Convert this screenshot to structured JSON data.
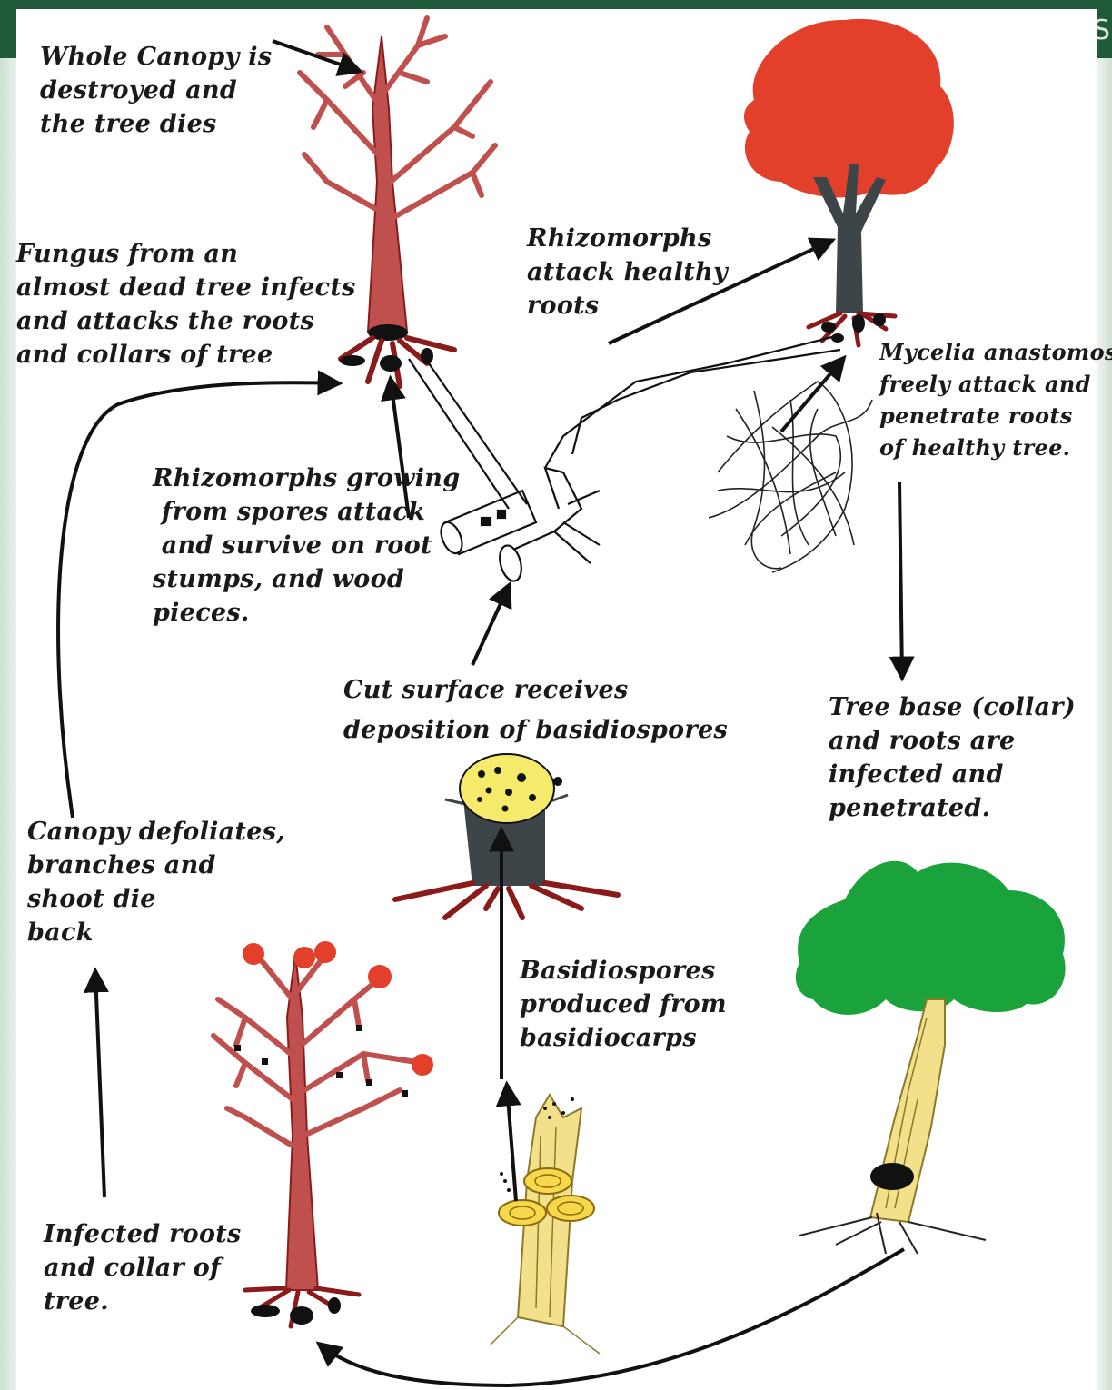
{
  "header": {
    "corner_letter": "S"
  },
  "labels": {
    "canopy_destroyed": "Whole Canopy is\ndestroyed and\nthe tree dies",
    "fungus_infects": "Fungus from an\nalmost dead tree infects\nand attacks the roots\nand collars of tree",
    "rhizomorphs_attack": "Rhizomorphs\nattack healthy\nroots",
    "mycelia": "Mycelia anastomose\nfreely attack and\npenetrate roots\nof healthy tree.",
    "rhizomorphs_growing": "Rhizomorphs growing\n from spores attack\n and survive on root\nstumps, and wood\npieces.",
    "cut_surface": "Cut surface receives\ndeposition of basidiospores",
    "tree_base": "Tree base (collar)\nand roots are\ninfected and\npenetrated.",
    "canopy_defoliates": "Canopy defoliates,\nbranches and\nshoot die\nback",
    "basidiospores_produced": "Basidiospores\nproduced from\nbasidiocarps",
    "infected_roots": "Infected roots\nand collar of\ntree."
  },
  "colors": {
    "dead_tree": "#c0504d",
    "dead_tree_dark": "#8b1a1a",
    "healthy_canopy": "#e2402a",
    "trunk_gray": "#3d4548",
    "green_canopy": "#1aa33a",
    "yellow_wood": "#f2e08a",
    "arrow": "#111111",
    "banner": "#1f5a3a"
  }
}
